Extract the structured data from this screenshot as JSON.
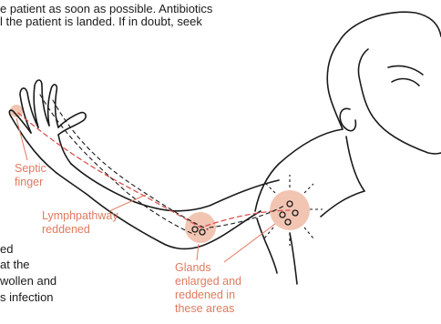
{
  "document": {
    "top_lines": [
      "e patient as soon as possible.  Antibiotics",
      "l the patient is landed.  If in doubt, seek"
    ],
    "left_lines": [
      "ed",
      "at  the",
      "wollen and",
      "s infection"
    ]
  },
  "figure": {
    "callouts": {
      "septic": [
        "Septic",
        "finger"
      ],
      "lymph": [
        "Lymphpathway",
        "reddened"
      ],
      "glands": [
        "Glands",
        "enlarged and",
        "reddened in",
        "these areas"
      ]
    },
    "colors": {
      "ink": "#1a1a1a",
      "callout_text": "#e07a5f",
      "highlight": "#f0bba6",
      "lymph_path": "#d9534f"
    }
  }
}
